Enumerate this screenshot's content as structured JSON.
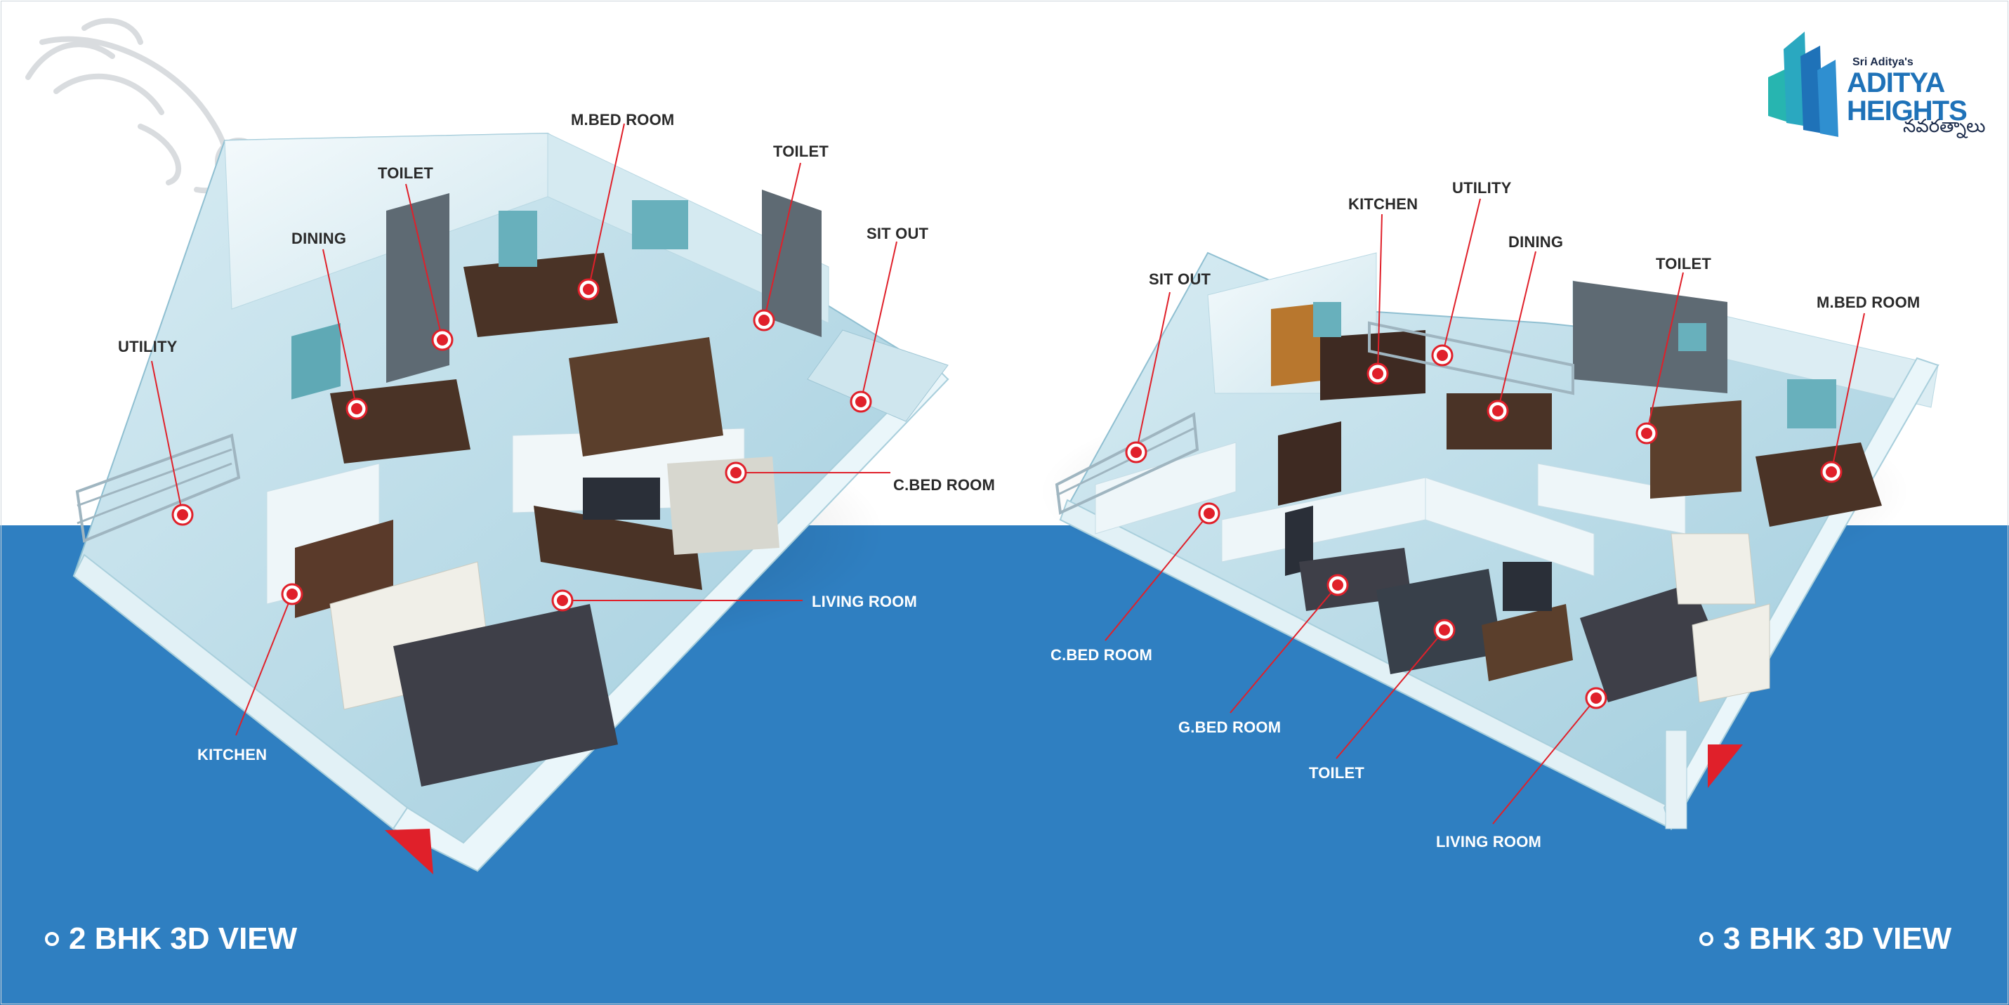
{
  "logo": {
    "prefix": "Sri Aditya's",
    "line1": "ADITYA",
    "line2": "HEIGHTS",
    "tagline": "నవరత్నాలు",
    "colors": {
      "teal": "#27b5b0",
      "blue": "#1f72b8",
      "navy": "#1a2a4a"
    }
  },
  "views": {
    "two_bhk": {
      "title": "2 BHK 3D VIEW",
      "labels": {
        "m_bed_room": "M.BED ROOM",
        "toilet_left": "TOILET",
        "toilet_right": "TOILET",
        "dining": "DINING",
        "sit_out": "SIT OUT",
        "utility": "UTILITY",
        "c_bed_room": "C.BED ROOM",
        "living_room": "LIVING ROOM",
        "kitchen": "KITCHEN"
      }
    },
    "three_bhk": {
      "title": "3 BHK 3D VIEW",
      "labels": {
        "kitchen": "KITCHEN",
        "utility": "UTILITY",
        "dining": "DINING",
        "toilet_top": "TOILET",
        "m_bed_room": "M.BED ROOM",
        "sit_out": "SIT OUT",
        "c_bed_room": "C.BED ROOM",
        "g_bed_room": "G.BED ROOM",
        "toilet_bottom": "TOILET",
        "living_room": "LIVING ROOM"
      }
    }
  },
  "colors": {
    "sky": "#ffffff",
    "sea": "#2f7fc1",
    "marker": "#e0202a",
    "wall": "#e9f3f6",
    "floor": "#b8d9e6"
  },
  "icons": {
    "marker": "red-target-icon",
    "direction": "north-arrow-icon",
    "ornament": "floral-swirl-icon",
    "bullet": "circle-bullet-icon"
  }
}
